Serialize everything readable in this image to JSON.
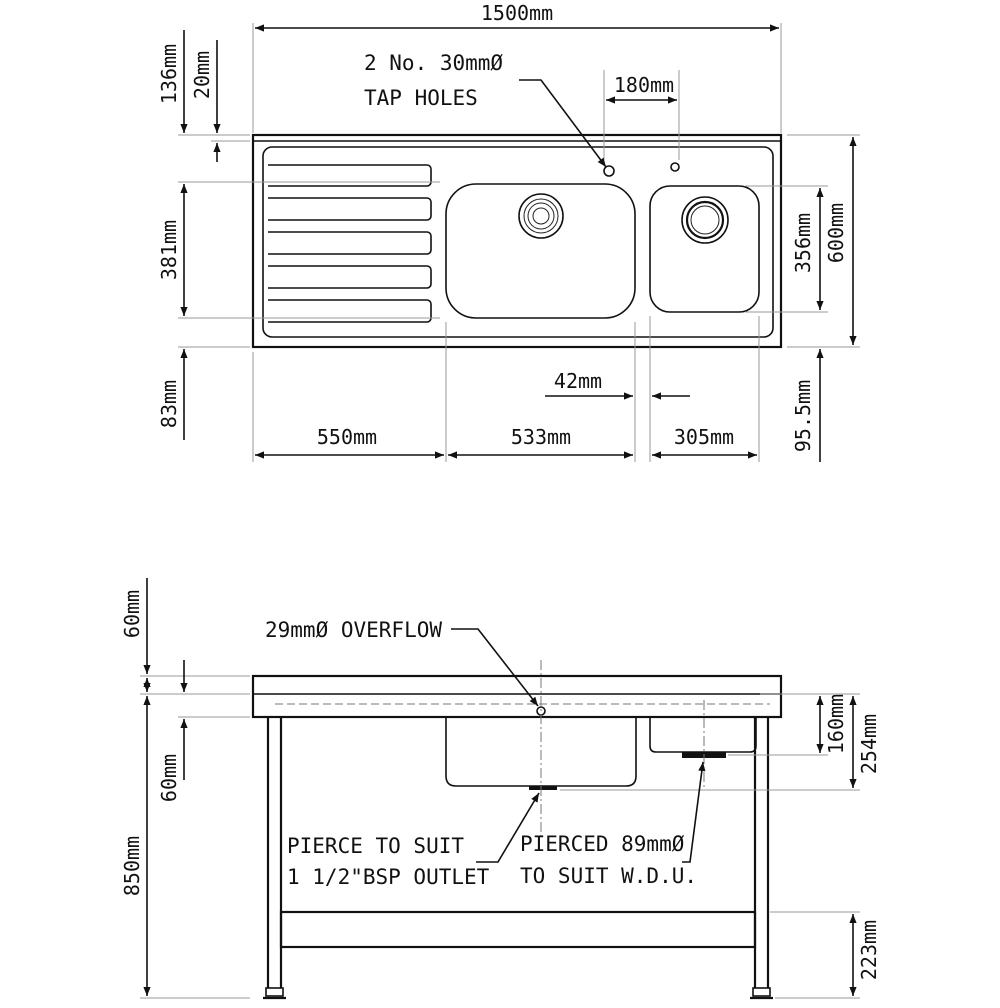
{
  "plan_view": {
    "dimensions": {
      "overall_width": "1500mm",
      "tap_spacing": "180mm",
      "back_upstand": "136mm",
      "top_edge": "20mm",
      "drainer_depth": "381mm",
      "front_margin": "83mm",
      "overall_depth": "600mm",
      "small_bowl_depth": "356mm",
      "front_setback": "95.5mm",
      "drainer_length": "550mm",
      "main_bowl_width": "533mm",
      "bowl_gap": "42mm",
      "small_bowl_width": "305mm"
    },
    "notes": {
      "tap_holes_line1": "2 No. 30mmØ",
      "tap_holes_line2": "TAP HOLES"
    }
  },
  "elevation_view": {
    "dimensions": {
      "upstand_height": "60mm",
      "worktop_to_overflow": "60mm",
      "overall_height": "850mm",
      "small_bowl_depth": "160mm",
      "main_bowl_depth": "254mm",
      "undershelf_height": "223mm"
    },
    "notes": {
      "overflow": "29mmØ OVERFLOW",
      "outlet_line1": "PIERCE TO SUIT",
      "outlet_line2": "1 1/2\"BSP OUTLET",
      "wdu_line1": "PIERCED 89mmØ",
      "wdu_line2": "TO SUIT W.D.U."
    }
  }
}
